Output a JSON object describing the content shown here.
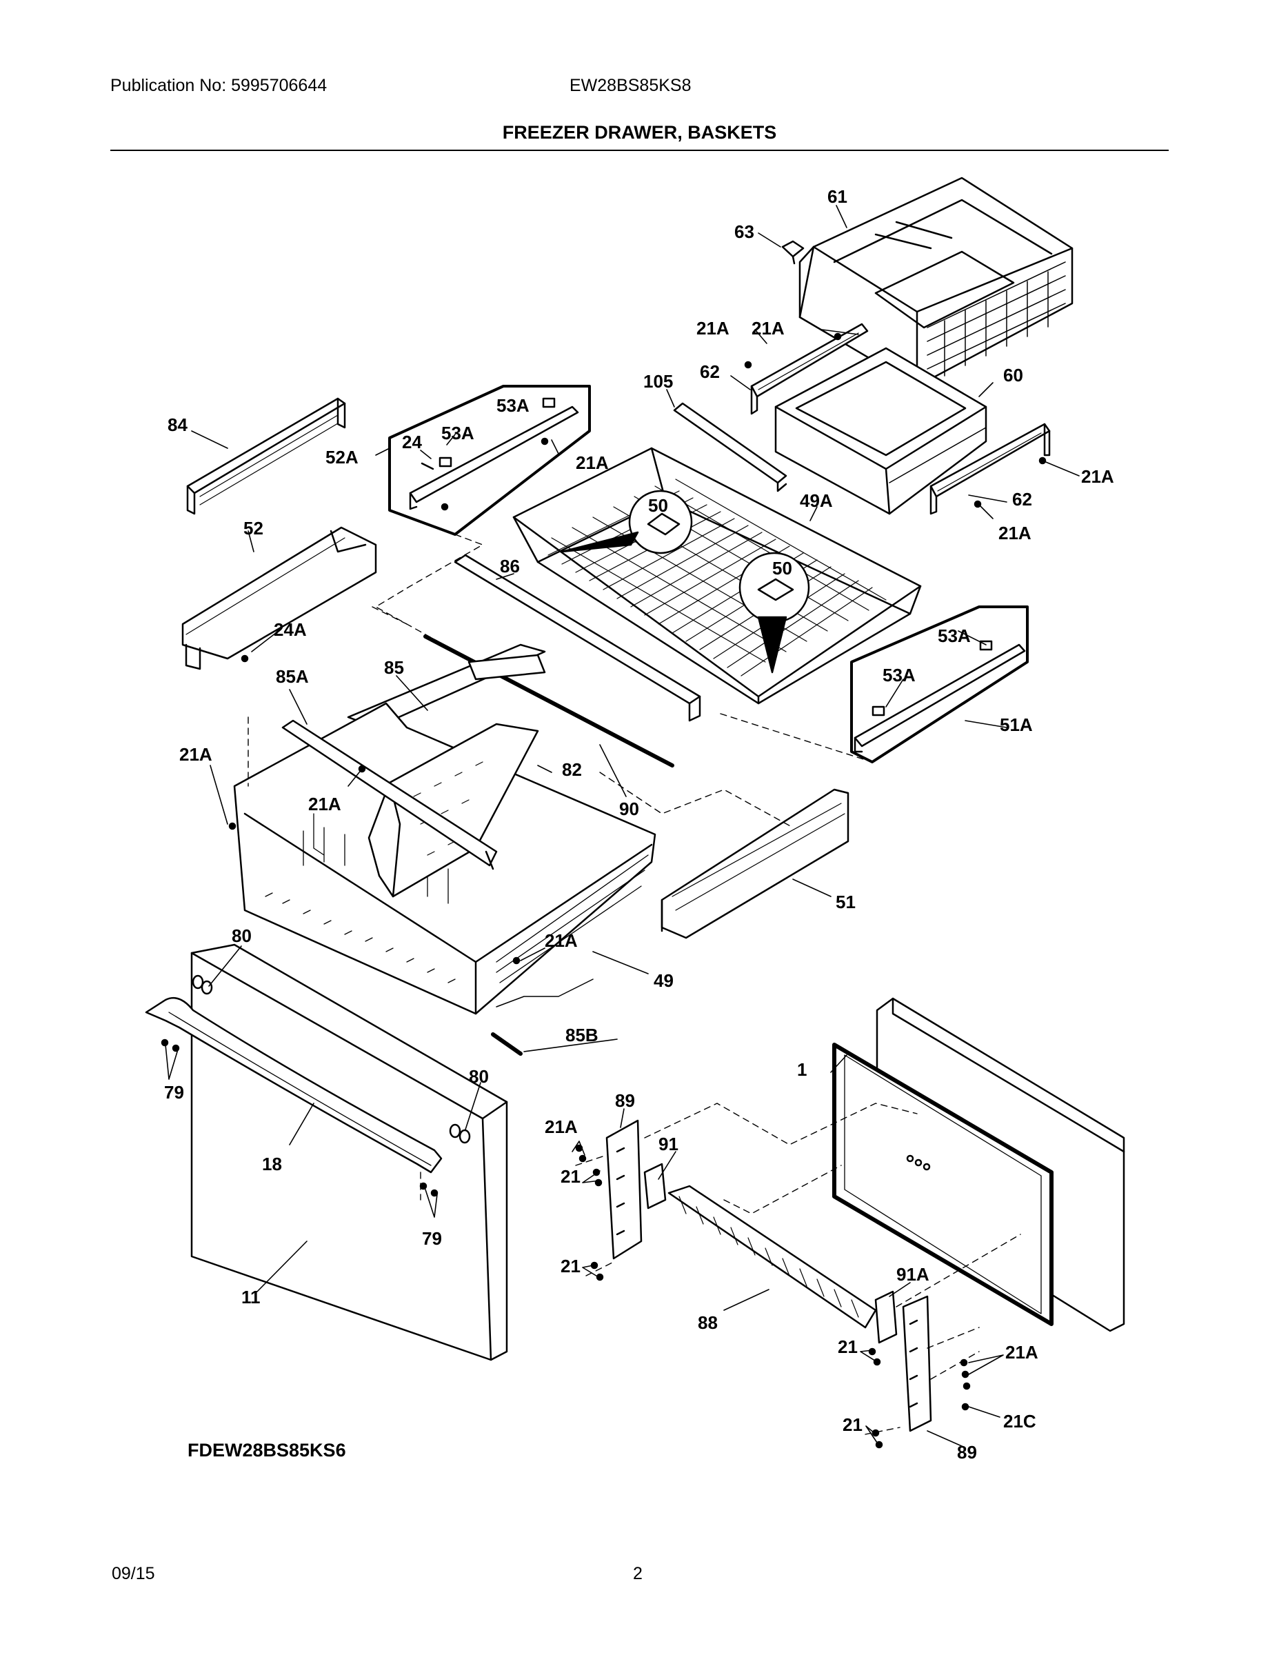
{
  "header": {
    "publication": "Publication No: 5995706644",
    "model": "EW28BS85KS8",
    "title": "FREEZER DRAWER, BASKETS"
  },
  "diagram": {
    "labels": {
      "p61": "61",
      "p63": "63",
      "p21a_1": "21A",
      "p21a_2": "21A",
      "p62_top": "62",
      "p60": "60",
      "p105": "105",
      "p53a_1": "53A",
      "p84": "84",
      "p24": "24",
      "p53a_2": "53A",
      "p52a": "52A",
      "p21a_3": "21A",
      "p21a_4": "21A",
      "p62_bot": "62",
      "p21a_5": "21A",
      "p49a": "49A",
      "p50_1": "50",
      "p50_2": "50",
      "p52": "52",
      "p86": "86",
      "p24a": "24A",
      "p53a_3": "53A",
      "p53a_4": "53A",
      "p51a": "51A",
      "p85": "85",
      "p85a": "85A",
      "p21a_6": "21A",
      "p82": "82",
      "p21a_7": "21A",
      "p90": "90",
      "p51": "51",
      "p80_1": "80",
      "p21a_8": "21A",
      "p49": "49",
      "p85b": "85B",
      "p1": "1",
      "p79_1": "79",
      "p80_2": "80",
      "p89_top": "89",
      "p21a_9": "21A",
      "p91": "91",
      "p18": "18",
      "p21_1": "21",
      "p79_2": "79",
      "p21_2": "21",
      "p91a": "91A",
      "p11": "11",
      "p88": "88",
      "p21_3": "21",
      "p21a_10": "21A",
      "p21c": "21C",
      "p21_4": "21",
      "p89_bot": "89"
    },
    "model_label": "FDEW28BS85KS6"
  },
  "footer": {
    "date": "09/15",
    "page": "2"
  }
}
